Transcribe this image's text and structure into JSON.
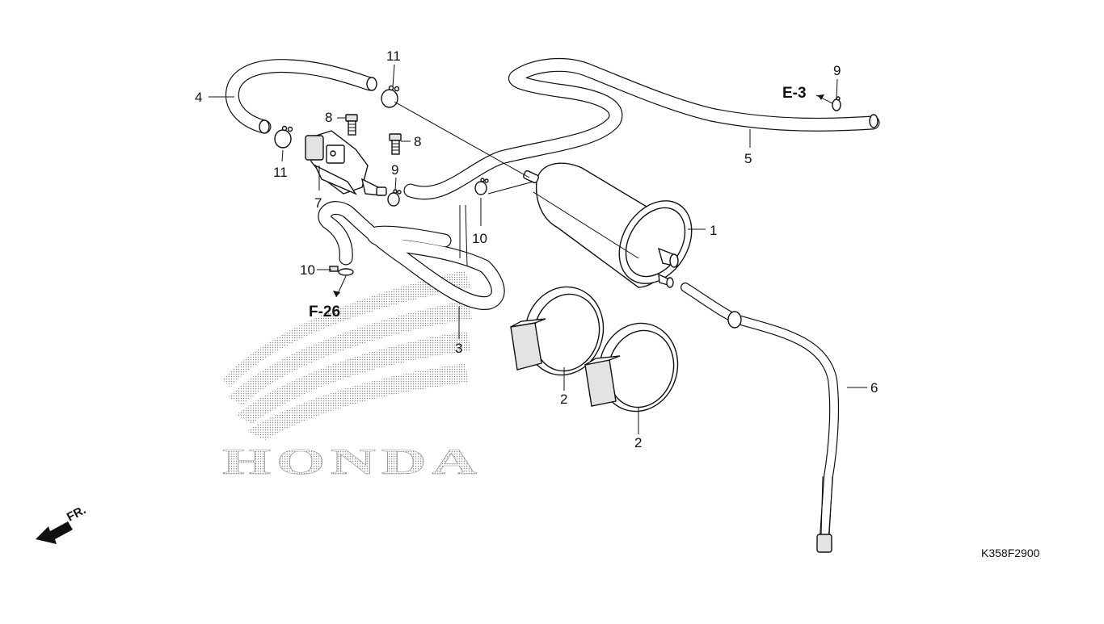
{
  "diagram": {
    "callouts": [
      "1",
      "2",
      "2",
      "3",
      "4",
      "5",
      "6",
      "7",
      "8",
      "8",
      "9",
      "9",
      "10",
      "10",
      "11",
      "11"
    ],
    "section_refs": [
      "E-3",
      "F-26"
    ],
    "brand_watermark": "HONDA",
    "direction_label": "FR.",
    "diagram_code": "K358F2900"
  }
}
